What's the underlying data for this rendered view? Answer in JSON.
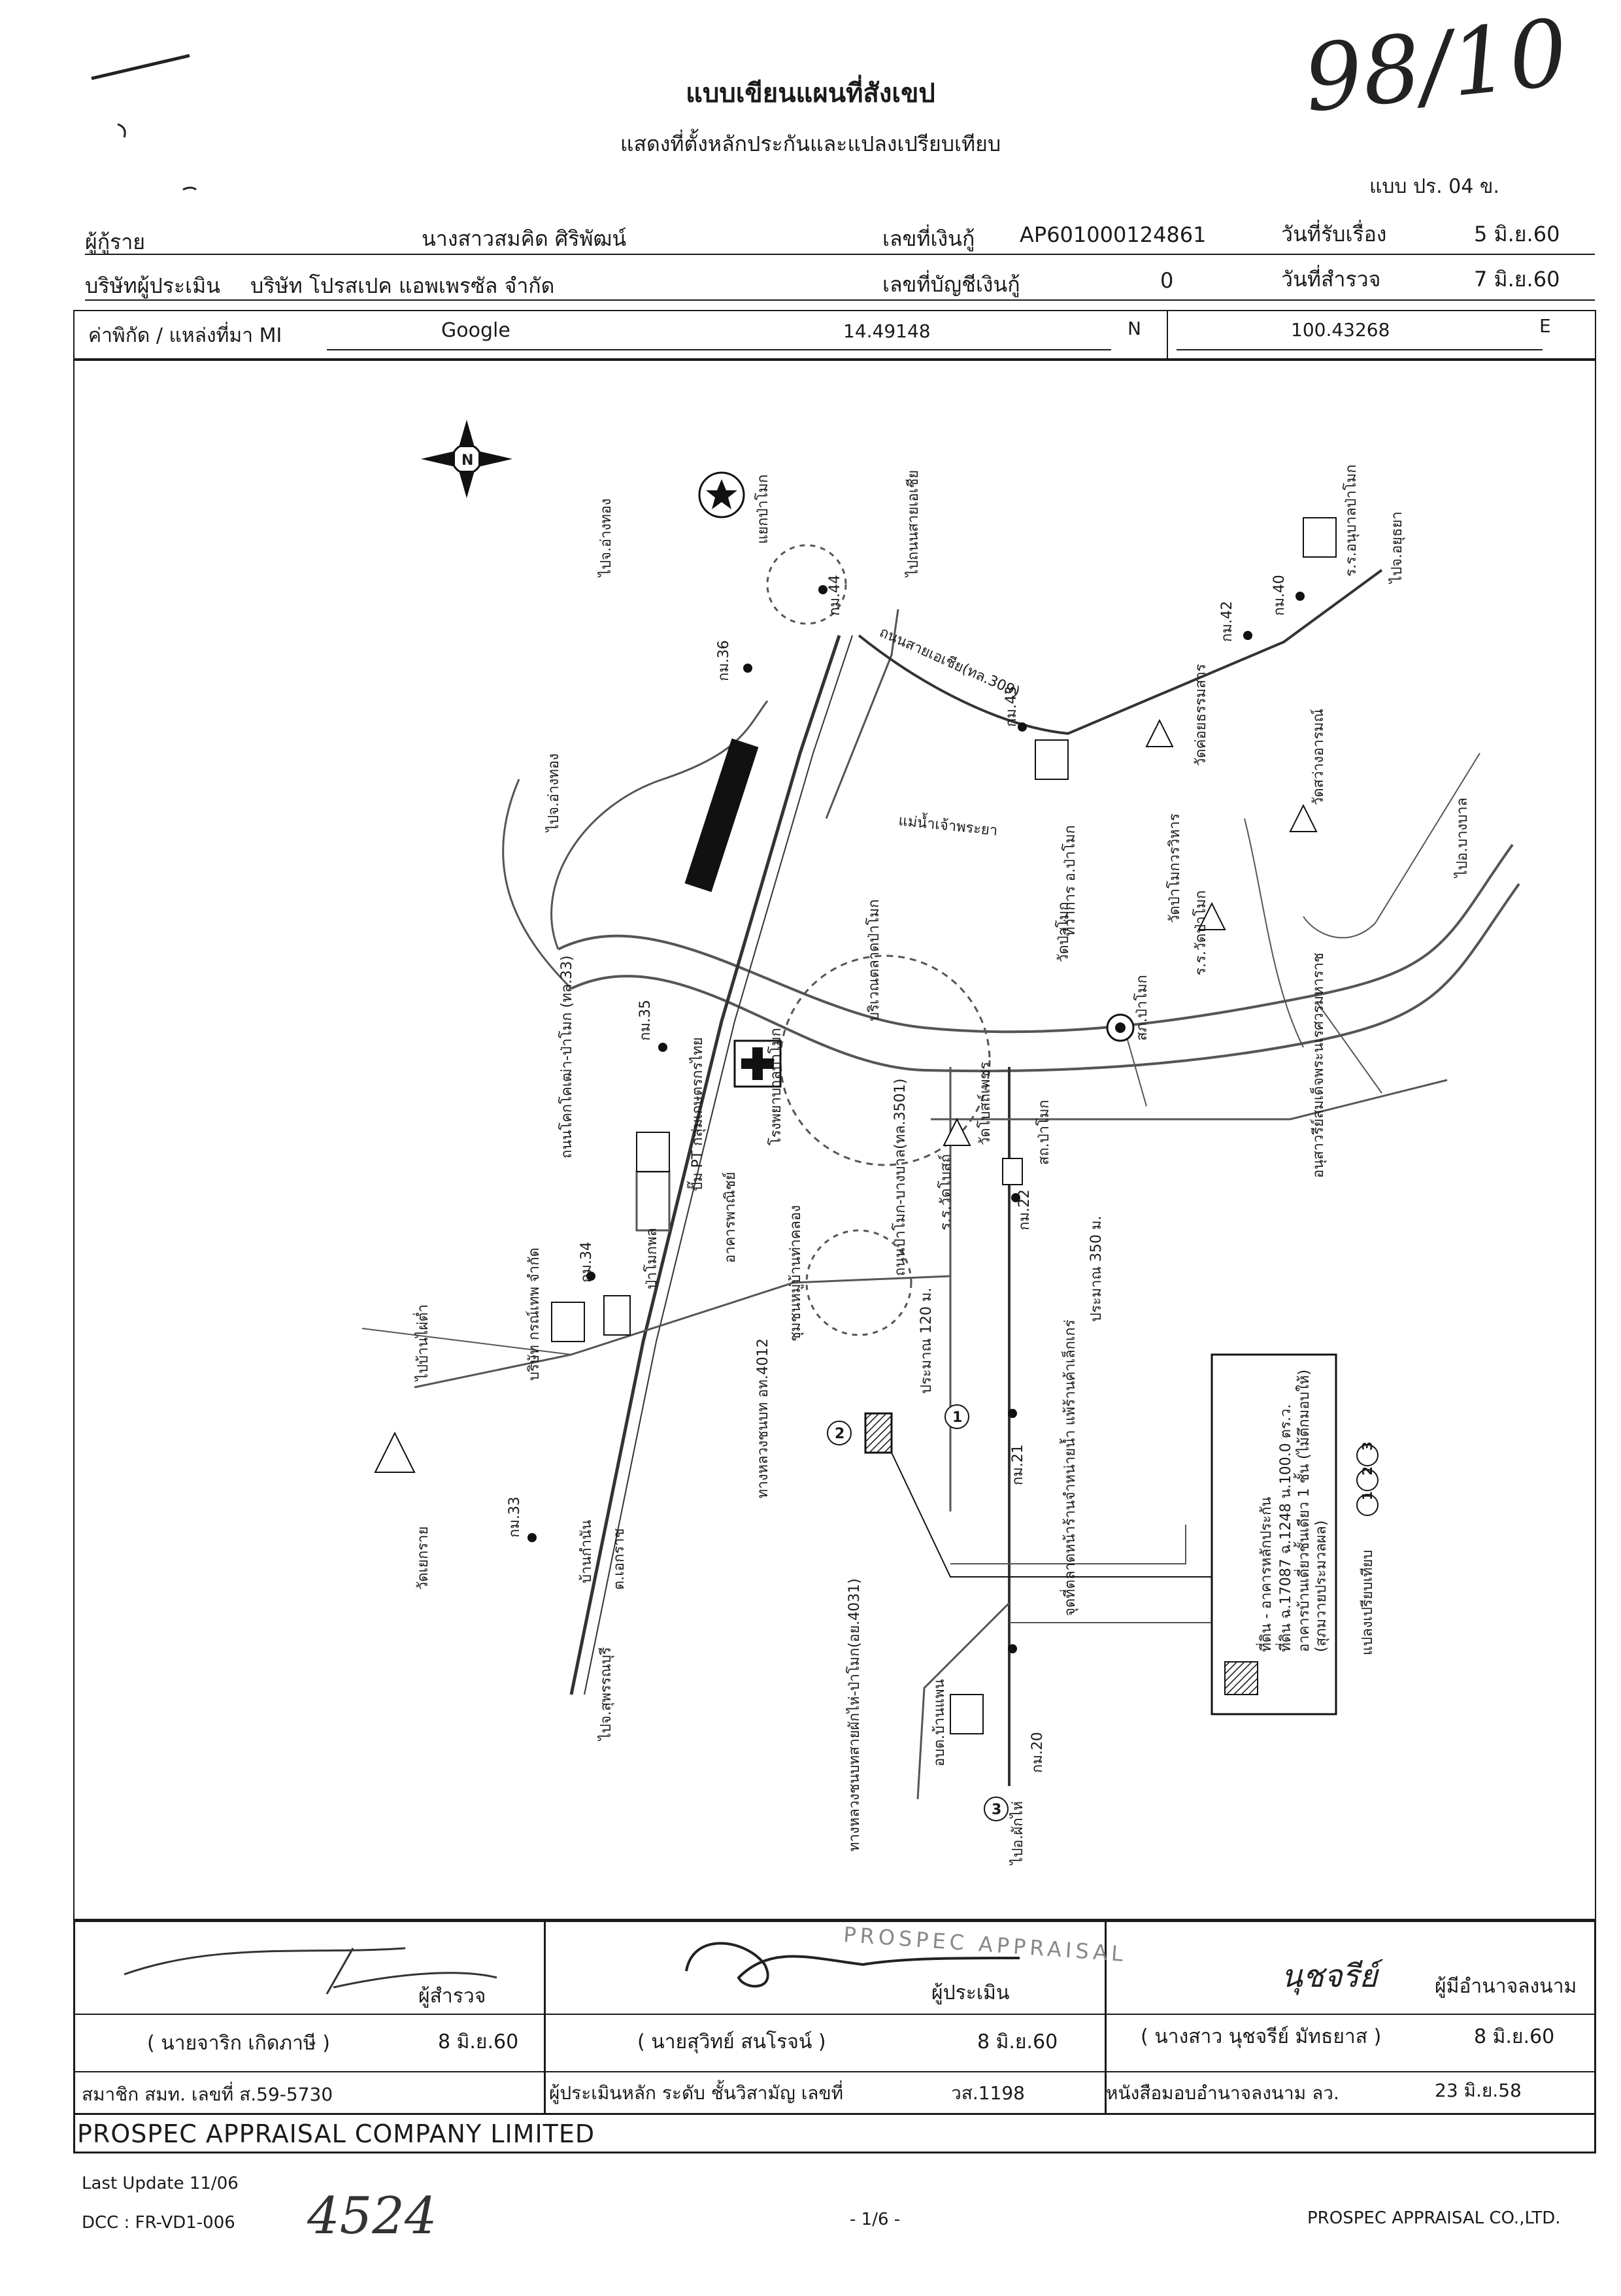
{
  "handwritten": {
    "top_right": "98/10",
    "bottom_left": "4524"
  },
  "header": {
    "title": "แบบเขียนแผนที่สังเขป",
    "subtitle": "แสดงที่ตั้งหลักประกันและแปลงเปรียบเทียบ",
    "form_code": "แบบ  ปร. 04 ข."
  },
  "info": {
    "borrower_label": "ผู้กู้ราย",
    "borrower_value": "นางสาวสมคิด ศิริพัฒน์",
    "loan_no_label": "เลขที่เงินกู้",
    "loan_no_value": "AP601000124861",
    "received_label": "วันที่รับเรื่อง",
    "received_value": "5 มิ.ย.60",
    "appraiser_co_label": "บริษัทผู้ประเมิน",
    "appraiser_co_value": "บริษัท โปรสเปค แอพเพรซัล จำกัด",
    "account_no_label": "เลขที่บัญชีเงินกู้",
    "account_no_value": "0",
    "survey_label": "วันที่สำรวจ",
    "survey_value": "7 มิ.ย.60"
  },
  "coords": {
    "label": "ค่าพิกัด / แหล่งที่มา MI",
    "source": "Google",
    "lat": "14.49148",
    "lat_dir": "N",
    "lon": "100.43268",
    "lon_dir": "E"
  },
  "map_labels": {
    "to_saphan_thong": "ไปจ.อ่างทอง",
    "pamok_junction": "แยกป่าโมก",
    "to_sena": "ไปถนนสายเอเชีย",
    "km44": "กม.44",
    "road_309": "ถนนสายเอเชีย(ทล.309)",
    "to_ayutthaya": "ไปจ.อยุธยา",
    "km40": "กม.40",
    "school": "ร.ร.อนุบาลป่าโมก",
    "km42": "กม.42",
    "km36": "กม.36",
    "to_angthong": "ไปจ.อ่างทอง",
    "km43": "กม.43",
    "district_office": "ที่ว่าการ อ.ป่าโมก",
    "wat_pa_mok": "วัดป่าโมกวรวิหาร",
    "wat_khoi": "วัดค่อยธรรมสาร",
    "wat_ang_thong": "วัดสว่างอารมณ์",
    "to_bang_ban": "ไปอ.บางบาล",
    "chao_phraya": "แม่น้ำเจ้าพระยา",
    "wat_pamok_sub": "วัดป่าโมก",
    "school_pamok": "ร.ร.วัดป่าโมก",
    "market": "บริเวณตลาดป่าโมก",
    "pamok_police": "สภ.ป่าโมก",
    "km35": "กม.35",
    "hospital": "โรงพยาบาลป่าโมก",
    "road_33": "ถนนโคกโคเฒ่า-ป่าโมก (ทล.33)",
    "ptt": "ปั๊ม PT กลุ่มเกษตรกรไทย",
    "monument": "อนุสาวรีย์สมเด็จพระนเรศวรมหาราช",
    "rural_road_3501": "ถนนป่าโมก-บางบาล(ทล.3501)",
    "wat_bot": "วัดโบสถ์เพชร",
    "school_wat": "ร.ร.วัดโบสถ์",
    "pamok_shop": "สถ.ป่าโมก",
    "km22": "กม.22",
    "bank": "อาคารพาณิชย์",
    "dist_350": "ประมาณ 350 ม.",
    "dist_120": "ประมาณ 120 ม.",
    "community": "ชุมชนหมู่บ้านท่าคลอง",
    "cooperative": "บริษัท กรณ์เทพ จำกัด",
    "km34": "กม.34",
    "pamok_stand": "ป่าโมกพล",
    "to_ban_rai": "ไปบ้านไผ่ต่ำ",
    "road_4012": "ทางหลวงชนบท อท.4012",
    "km21": "กม.21",
    "shop_note": "จุดที่ตลาดหน้าร้านจำหน่ายน้ำ แพ้ร้านค้าเล็กเกร่",
    "temple_left": "วัดเยกราย",
    "km33": "กม.33",
    "ban_kam_tan": "บ้านกำนัน",
    "ban_krai": "ต.เอกราช",
    "to_suphan": "ไปจ.สุพรรณบุรี",
    "road_4031": "ทางหลวงชนบทสายผักไห่-ป่าโมก(อย.4031)",
    "km20": "กม.20",
    "shop_tao": "อบต.บ้านแพน",
    "to_phak_hai": "ไปอ.ผักไห่",
    "marker_1": "1",
    "marker_2": "2",
    "marker_3": "3"
  },
  "legend": {
    "title": "ที่ดิน - อาคารหลักประกัน",
    "line1": "ที่ดิน ฉ.17087 ฉ.1248 น.100.0 ตร.ว.",
    "line2": "อาคารบ้านเดี่ยวชั้นเดียว 1 ชั้น (ไม้ตึกมอบให้)",
    "line3": "(สุภมวายประมวลผล)",
    "comparison": "แปลงเปรียบเทียบ",
    "m1": "1",
    "m2": "2",
    "m3": "3"
  },
  "signatures": {
    "inspector_role": "ผู้สำรวจ",
    "inspector_name": "( นายจาริก เกิดภาษี )",
    "inspector_date": "8 มิ.ย.60",
    "inspector_member": "สมาชิก สมท. เลขที่  ส.59-5730",
    "appraiser_role": "ผู้ประเมิน",
    "appraiser_name": "( นายสุวิทย์ สนโรจน์ )",
    "appraiser_date": "8 มิ.ย.60",
    "appraiser_license": "ผู้ประเมินหลัก ระดับ ชั้นวิสามัญ  เลขที่",
    "appraiser_license_no": "วส.1198",
    "authorized_role": "ผู้มีอำนาจลงนาม",
    "authorized_name": "( นางสาว  นุชจรีย์ มัทธยาส )",
    "authorized_date": "8 มิ.ย.60",
    "authorized_letter": "หนังสือมอบอำนาจลงนาม  ลว.",
    "authorized_letter_date": "23 มิ.ย.58",
    "authorized_scribble": "นุชจรีย์"
  },
  "footer": {
    "company": "PROSPEC APPRAISAL COMPANY LIMITED",
    "last_update": "Last Update 11/06",
    "doc_code": "DCC : FR-VD1-006",
    "page": "- 1/6 -",
    "company_short": "PROSPEC APPRAISAL CO.,LTD.",
    "stamp_text": "PROSPEC APPRAISAL"
  }
}
